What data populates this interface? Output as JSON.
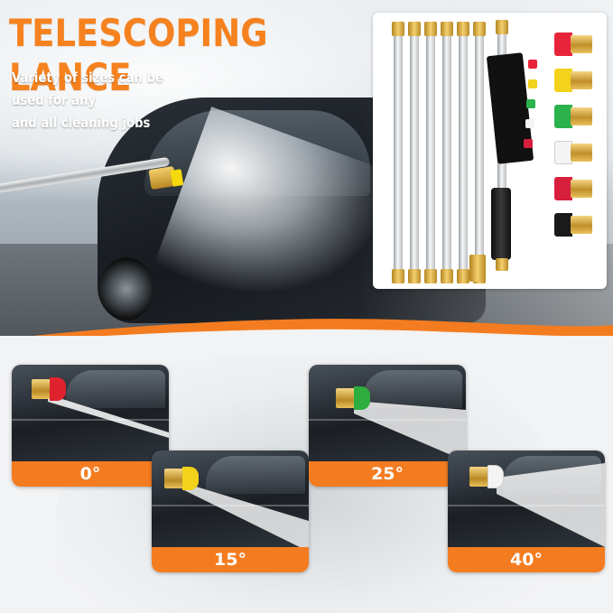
{
  "header": {
    "title": "TELESCOPING LANCE",
    "subtitle_line1": "Variety of sizes can be used for any",
    "subtitle_line2": "and all cleaning jobs"
  },
  "product": {
    "wand_count": 6,
    "tip_colors": [
      "#e8243a",
      "#f2d21a",
      "#2bb24c",
      "#f4f4f4",
      "#d81f3c",
      "#1a1a1a"
    ]
  },
  "angles": [
    {
      "label": "0°",
      "tip_color": "#e0222f"
    },
    {
      "label": "15°",
      "tip_color": "#f2d21a"
    },
    {
      "label": "25°",
      "tip_color": "#2eae3f"
    },
    {
      "label": "40°",
      "tip_color": "#f4f4f4"
    }
  ],
  "colors": {
    "accent": "#f47c20",
    "title": "#f5821f"
  }
}
